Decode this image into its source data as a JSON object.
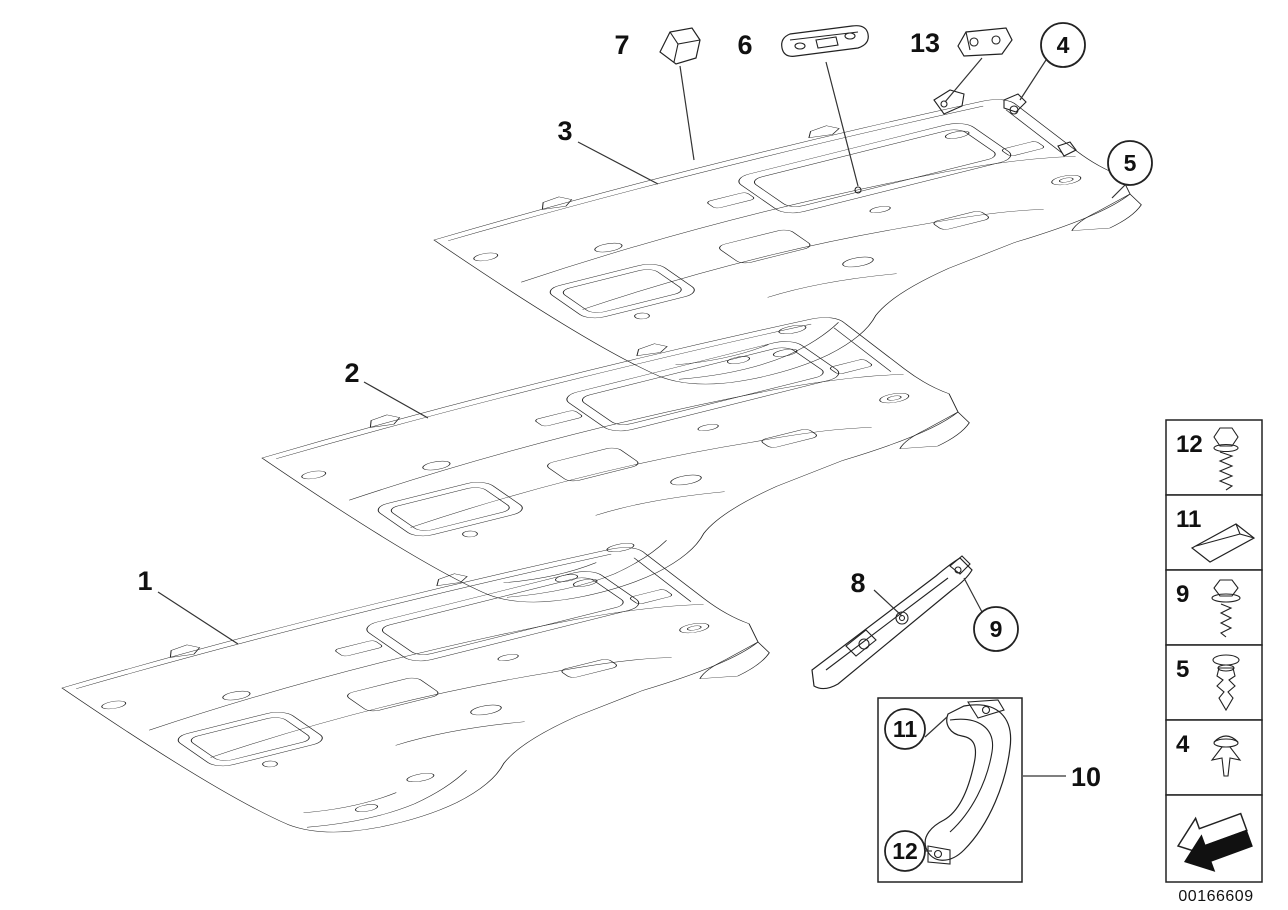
{
  "colors": {
    "line": "#222222",
    "background": "#ffffff"
  },
  "callouts": {
    "panel1": "1",
    "panel2": "2",
    "panel3": "3",
    "clip4": "4",
    "rivet5": "5",
    "bracket6": "6",
    "clamp7": "7",
    "rail8": "8",
    "screw9": "9",
    "handle10": "10",
    "wedge11": "11",
    "bolt12": "12",
    "bracket13": "13"
  },
  "legend": {
    "items": [
      {
        "label": "12",
        "icon": "hex-bolt-icon"
      },
      {
        "label": "11",
        "icon": "wedge-clip-icon"
      },
      {
        "label": "9",
        "icon": "washer-screw-icon"
      },
      {
        "label": "5",
        "icon": "expansion-rivet-icon"
      },
      {
        "label": "4",
        "icon": "trim-clip-icon"
      }
    ],
    "direction_arrow": "front-left"
  },
  "footer": {
    "part_number": "00166609"
  }
}
